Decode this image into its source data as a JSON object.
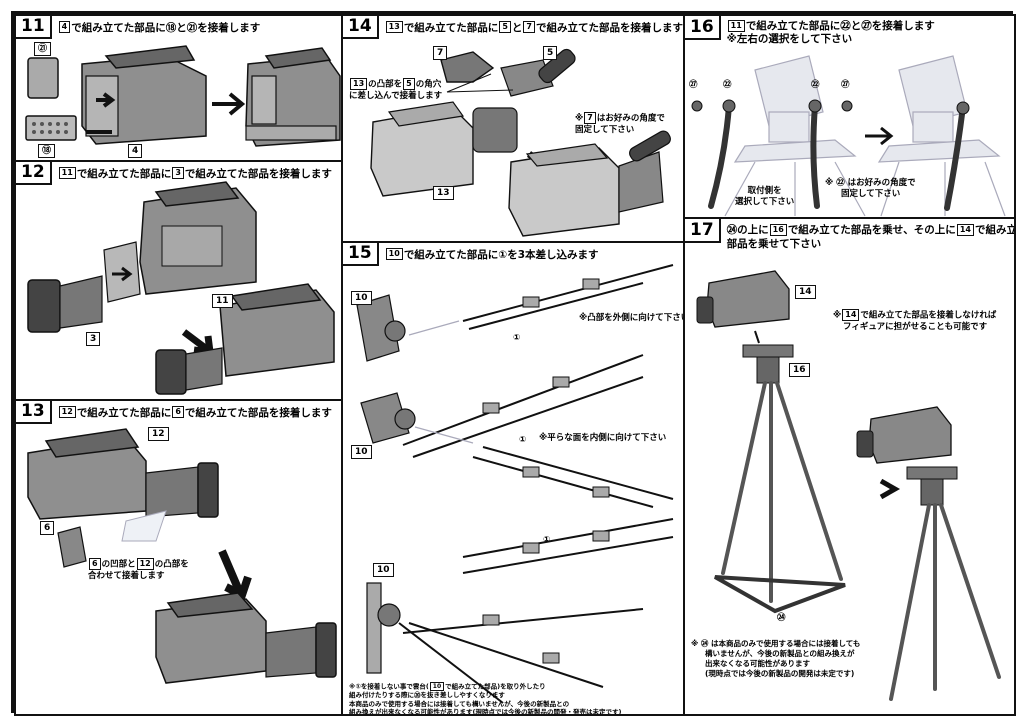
{
  "steps": {
    "s11": {
      "num": "11",
      "ref1": "4",
      "text_a": "で組み立てた部品に",
      "text_b": "⑱と㉑を接着します",
      "labels": {
        "p21": "㉑",
        "p18": "⑱",
        "p4": "4"
      }
    },
    "s12": {
      "num": "12",
      "ref1": "11",
      "text_a": "で組み立てた部品に",
      "ref2": "3",
      "text_b": "で組み立てた部品を接着します",
      "labels": {
        "p11": "11",
        "p3": "3"
      }
    },
    "s13": {
      "num": "13",
      "ref1": "12",
      "text_a": "で組み立てた部品に",
      "ref2": "6",
      "text_b": "で組み立てた部品を接着します",
      "labels": {
        "p12": "12",
        "p6": "6"
      },
      "note_ref1": "6",
      "note_a": "の凹部と",
      "note_ref2": "12",
      "note_b": "の凸部を",
      "note_c": "合わせて接着します"
    },
    "s14": {
      "num": "14",
      "ref1": "13",
      "text_a": "で組み立てた部品に",
      "ref2": "5",
      "text_b": "と",
      "ref3": "7",
      "text_c": "で組み立てた部品を接着します",
      "labels": {
        "p7": "7",
        "p5": "5",
        "p13": "13"
      },
      "note1_ref1": "13",
      "note1_a": "の凸部を",
      "note1_ref2": "5",
      "note1_b": "の角穴",
      "note1_c": "に差し込んで接着します",
      "note2_a": "※",
      "note2_ref": "7",
      "note2_b": "はお好みの角度で",
      "note2_c": "固定して下さい"
    },
    "s15": {
      "num": "15",
      "ref1": "10",
      "text_a": "で組み立てた部品に①を3本差し込みます",
      "labels": {
        "p10a": "10",
        "p10b": "10",
        "p10c": "10",
        "p1a": "①",
        "p1b": "①",
        "p1c": "①"
      },
      "note1": "※凸部を外側に向けて下さい",
      "note2": "※平らな面を内側に向けて下さい",
      "foot1": "※①を接着しない事で雲台(",
      "foot1_ref": "10",
      "foot1_b": "で組み立てた部品)を取り外したり",
      "foot2": "組み付けたりする際に⑳を抜き差ししやすくなります",
      "foot3": "本商品のみで使用する場合には接着しても構いませんが、今後の新製品との",
      "foot4": "組み換えが出来なくなる可能性があります(現時点では今後の新製品の開発・発売は未定です)"
    },
    "s16": {
      "num": "16",
      "ref1": "11",
      "text_a": "で組み立てた部品に㉒と㉗を接着します",
      "text_b": "※左右の選択をして下さい",
      "labels": {
        "p27a": "㉗",
        "p22a": "㉒",
        "p22b": "㉒",
        "p27b": "㉗"
      },
      "note1_a": "取付側を",
      "note1_b": "選択して下さい",
      "note2_a": "※ ㉒ はお好みの角度で",
      "note2_b": "固定して下さい"
    },
    "s17": {
      "num": "17",
      "text_a": "㉔の上に",
      "ref1": "16",
      "text_b": "で組み立てた部品を乗せ、その上に",
      "ref2": "14",
      "text_c": "で組み立てた",
      "text_d": "部品を乗せて下さい",
      "labels": {
        "p14": "14",
        "p16": "16",
        "p24": "㉔"
      },
      "note1_a": "※",
      "note1_ref": "14",
      "note1_b": "で組み立てた部品を接着しなければ",
      "note1_c": "フィギュアに担がせることも可能です",
      "foot1": "※ ㉔ は本商品のみで使用する場合には接着しても",
      "foot2": "構いませんが、今後の新製品との組み換えが",
      "foot3": "出来なくなる可能性があります",
      "foot4": "(現時点では今後の新製品の開発は未定です)"
    }
  },
  "colors": {
    "line": "#111111",
    "part": "#9a9a9a",
    "part_dark": "#4a4a4a",
    "part_light": "#cfcfcf",
    "ghost": "#e6e8ee"
  }
}
